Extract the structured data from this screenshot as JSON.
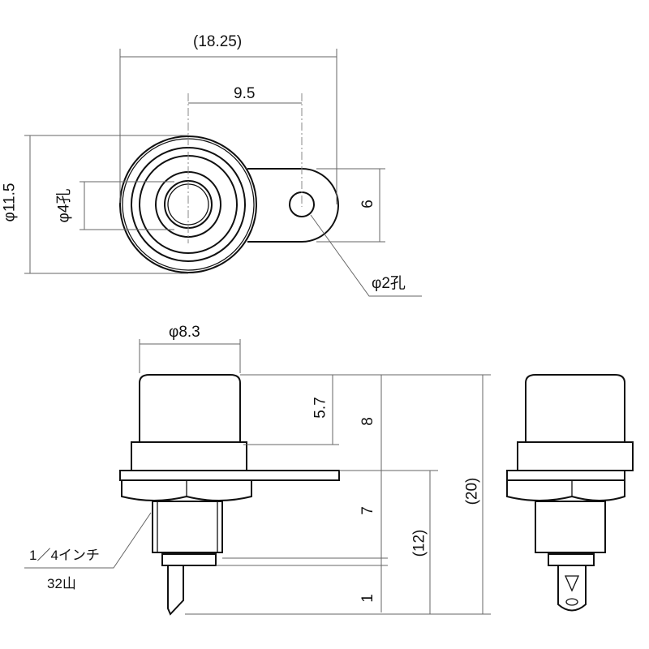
{
  "top_view": {
    "overall_width": "(18.25)",
    "center_to_hole": "9.5",
    "outer_diameter": "φ11.5",
    "center_hole": "φ4孔",
    "tab_width": "6",
    "tab_hole": "φ2孔"
  },
  "side_view": {
    "cap_diameter": "φ8.3",
    "cap_height": "5.7",
    "upper_height": "8",
    "thread_height": "7",
    "terminal_height": "1",
    "lower_total": "(12)",
    "overall_height": "(20)",
    "thread_spec_line1": "1／4インチ",
    "thread_spec_line2": "32山"
  }
}
